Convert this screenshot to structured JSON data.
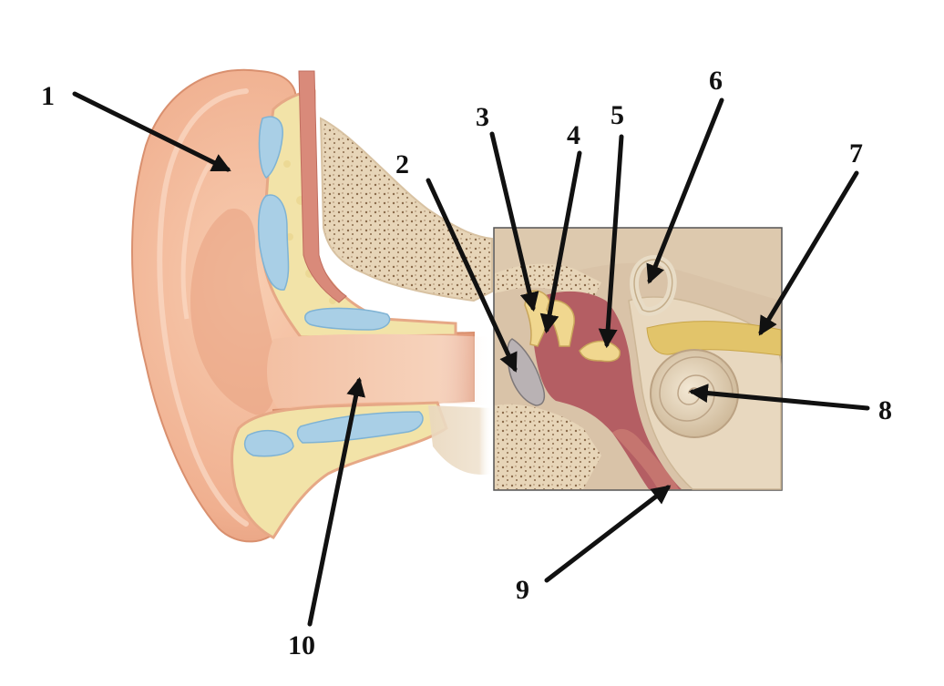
{
  "labels": {
    "l1": "1",
    "l2": "2",
    "l3": "3",
    "l4": "4",
    "l5": "5",
    "l6": "6",
    "l7": "7",
    "l8": "8",
    "l9": "9",
    "l10": "10"
  },
  "colors": {
    "skin": "#f1b493",
    "skin_dark": "#dc9473",
    "fat": "#f2e3a8",
    "cartilage": "#a9cfe6",
    "bone": "#efe2cc",
    "cavity": "#b45e63",
    "nerve": "#e2c46a",
    "inset_bg": "#d9c3a8",
    "arrow": "#111111"
  }
}
